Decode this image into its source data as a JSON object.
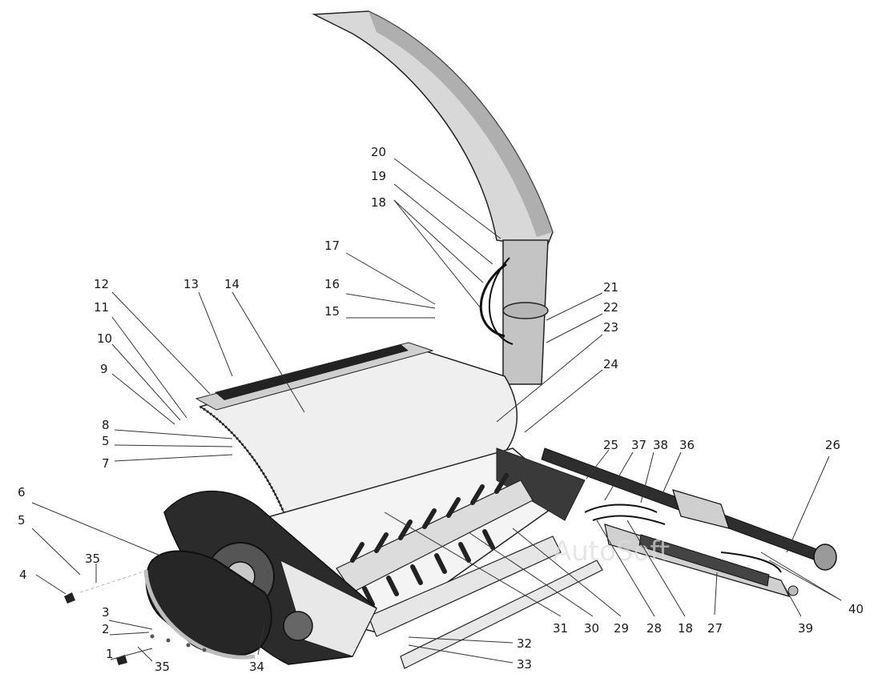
{
  "watermark": "AutoSoft",
  "colors": {
    "ink": "#1a1a1a",
    "body_light": "#ededed",
    "body_mid": "#bdbdbd",
    "body_dark": "#3a3a3a"
  },
  "callouts": [
    "1",
    "2",
    "3",
    "4",
    "5",
    "5",
    "6",
    "7",
    "8",
    "9",
    "10",
    "11",
    "12",
    "13",
    "14",
    "15",
    "16",
    "17",
    "18",
    "18",
    "19",
    "20",
    "21",
    "22",
    "23",
    "24",
    "25",
    "26",
    "27",
    "28",
    "29",
    "30",
    "31",
    "32",
    "33",
    "34",
    "35",
    "35",
    "36",
    "37",
    "38",
    "39",
    "40"
  ]
}
